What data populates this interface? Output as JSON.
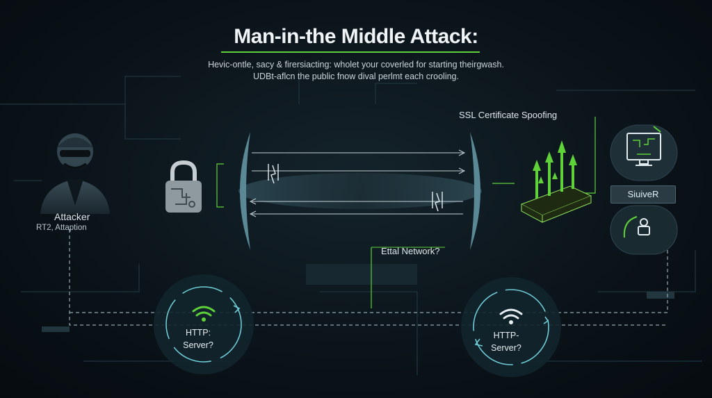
{
  "title": "Man-in-the Middle Attack:",
  "subtitle": {
    "line1": "Hevic-ontle, sacy & firersiacting: wholet your coverled for starting theirgwash.",
    "line2": "UDBt-aflcn the public fnow dival perlmt each crooling."
  },
  "attacker": {
    "name": "Attacker",
    "subtitle": "RT2, Attaption"
  },
  "ssl_label": "SSL Certificate Spoofing",
  "network_label": "Ettal Network?",
  "server_label": "SiuiveR",
  "http_nodes": [
    {
      "line1": "HTTP:",
      "line2": "Server?"
    },
    {
      "line1": "HTTP-",
      "line2": "Server?"
    }
  ],
  "colors": {
    "accent_green": "#5fd23a",
    "cyan": "#7fd6e0",
    "bg": "#0b141a"
  },
  "icons": [
    "attacker-icon",
    "padlock-icon",
    "wifi-icon",
    "monitor-icon",
    "lock-icon",
    "firewall-icon"
  ]
}
